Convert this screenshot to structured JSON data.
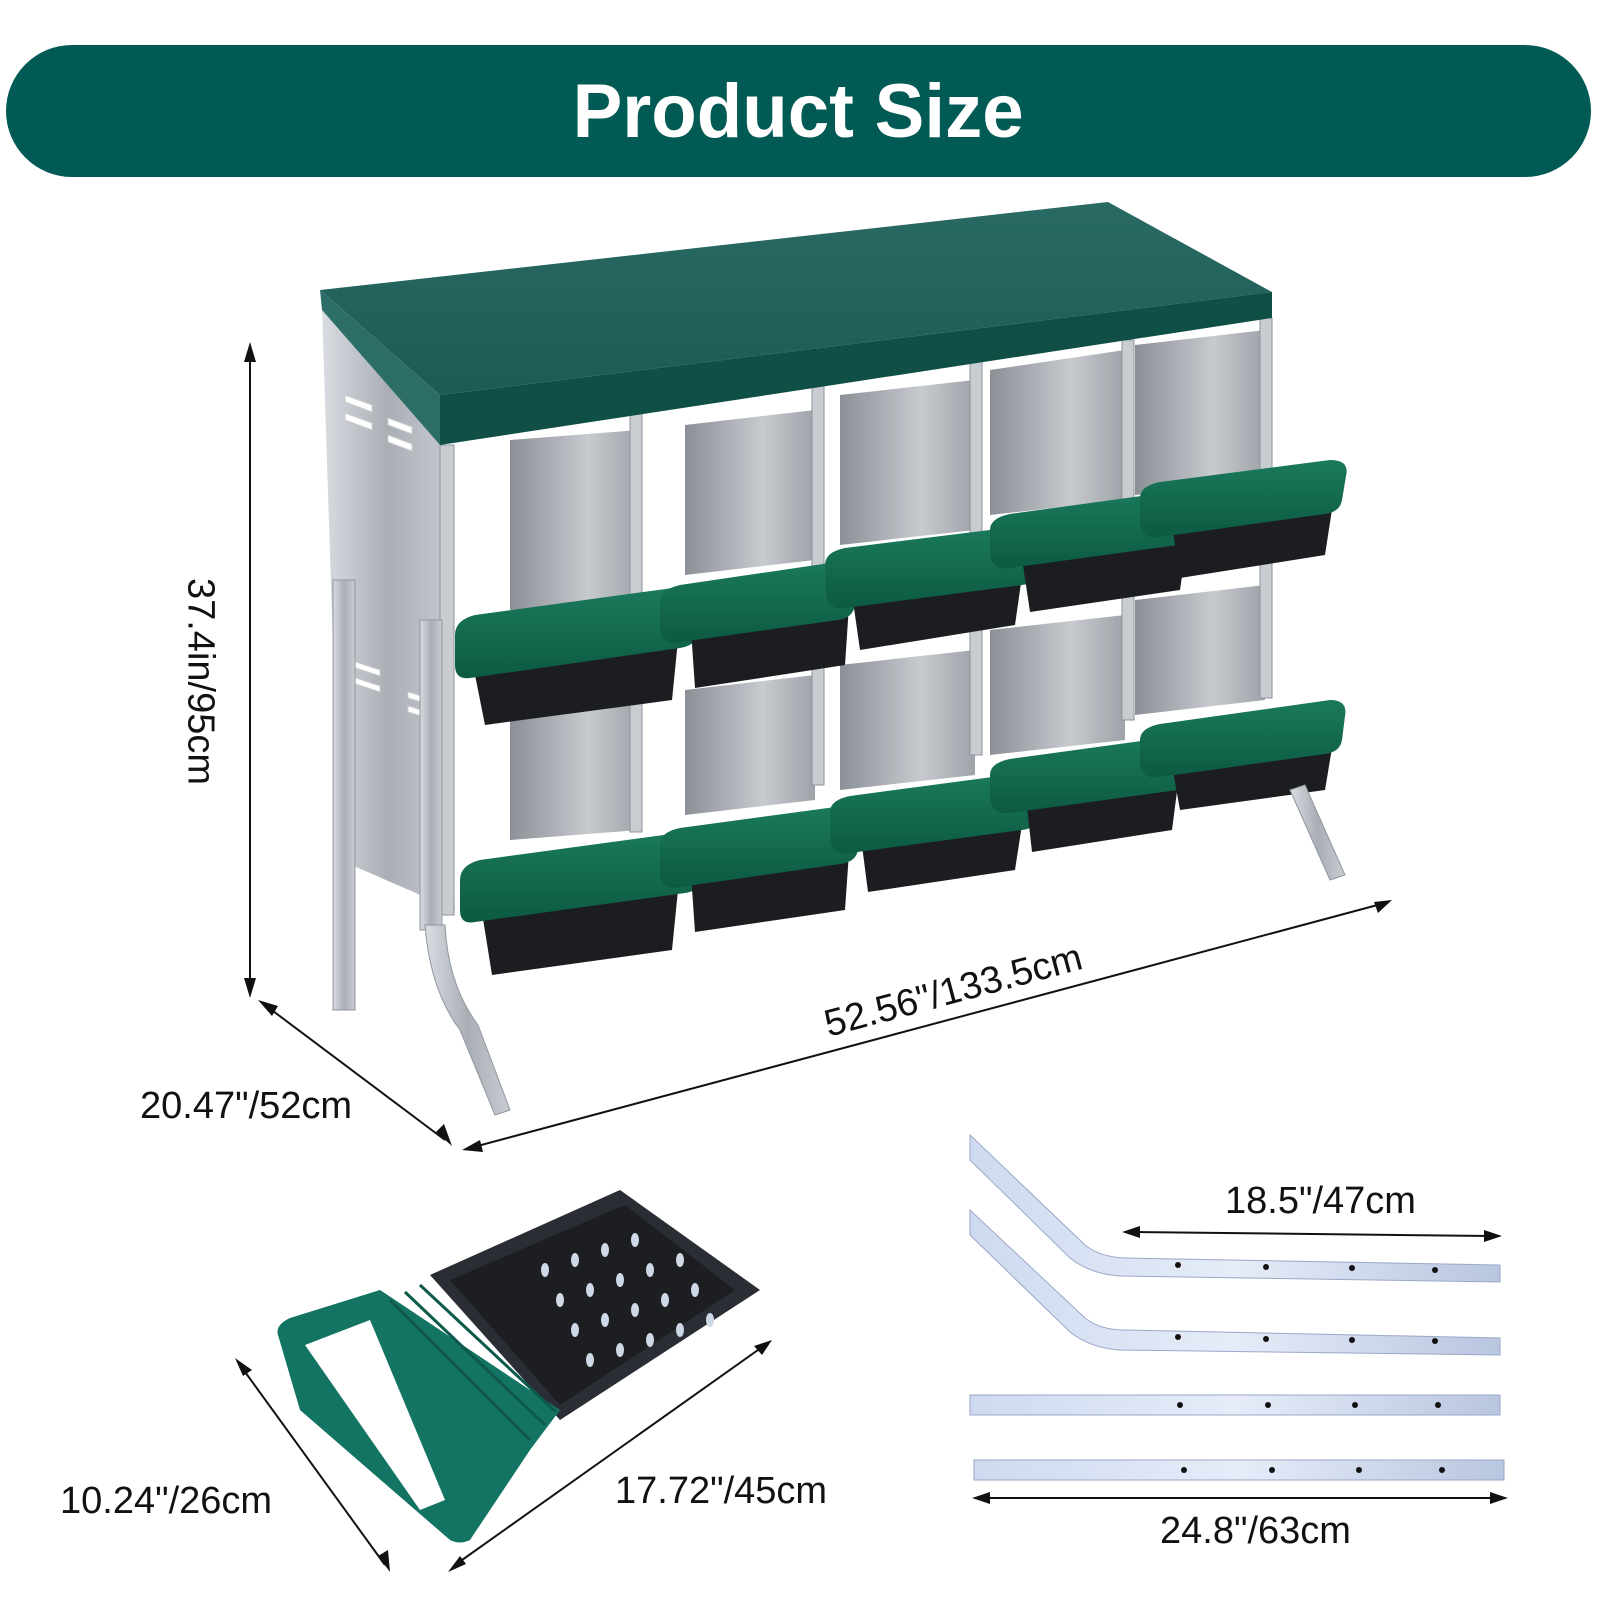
{
  "header": {
    "title": "Product Size",
    "background_color": "#025a55",
    "text_color": "#ffffff"
  },
  "main_product": {
    "name": "10-compartment nesting box",
    "compartments": {
      "rows": 2,
      "columns": 5
    },
    "colors": {
      "roof": "#1f5d57",
      "roof_edge": "#0e4e3e",
      "metal": "#b9bec4",
      "tray_green": "#0f6b4f",
      "tray_black": "#1c1d20"
    },
    "dimensions": {
      "height": "37.4in/95cm",
      "width": "52.56\"/133.5cm",
      "depth": "20.47\"/52cm"
    }
  },
  "nest_tray": {
    "name": "Removable nest tray",
    "dimensions": {
      "width": "10.24\"/26cm",
      "length": "17.72\"/45cm"
    }
  },
  "legs": {
    "name": "Support legs",
    "count": 4,
    "bent_count": 2,
    "straight_count": 2,
    "dimensions": {
      "straight_section": "18.5\"/47cm",
      "total_length": "24.8\"/63cm"
    }
  }
}
